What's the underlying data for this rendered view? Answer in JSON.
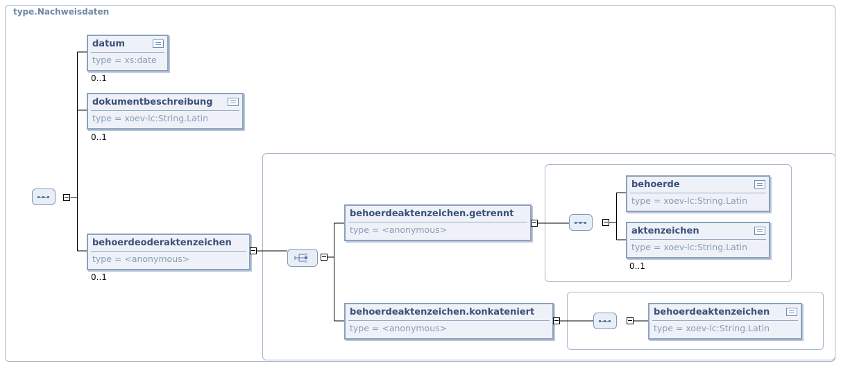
{
  "diagram": {
    "title": "type.Nachweisdaten",
    "elements": {
      "datum": {
        "name": "datum",
        "type": "type = xs:date",
        "occurrence": "0..1"
      },
      "dokumentbeschreibung": {
        "name": "dokumentbeschreibung",
        "type": "type = xoev-lc:String.Latin",
        "occurrence": "0..1"
      },
      "behoerdeoderaktenzeichen": {
        "name": "behoerdeoderaktenzeichen",
        "type": "type = <anonymous>",
        "occurrence": "0..1"
      },
      "getrennt": {
        "name": "behoerdeaktenzeichen.getrennt",
        "type": "type = <anonymous>"
      },
      "konkateniert": {
        "name": "behoerdeaktenzeichen.konkateniert",
        "type": "type = <anonymous>"
      },
      "behoerde": {
        "name": "behoerde",
        "type": "type = xoev-lc:String.Latin"
      },
      "aktenzeichen": {
        "name": "aktenzeichen",
        "type": "type = xoev-lc:String.Latin",
        "occurrence": "0..1"
      },
      "behoerdeaktenzeichen": {
        "name": "behoerdeaktenzeichen",
        "type": "type = xoev-lc:String.Latin"
      }
    },
    "compositors": {
      "root": "sequence-icon",
      "choice": "choice-icon",
      "getrennt_sequence": "sequence-icon",
      "konkateniert_sequence": "sequence-icon"
    },
    "colors": {
      "border": "#8aa0bd",
      "fill": "#eef2f8",
      "name_text": "#3b4f79",
      "type_text": "#8b9cb5",
      "title_text": "#6d88a8"
    }
  }
}
